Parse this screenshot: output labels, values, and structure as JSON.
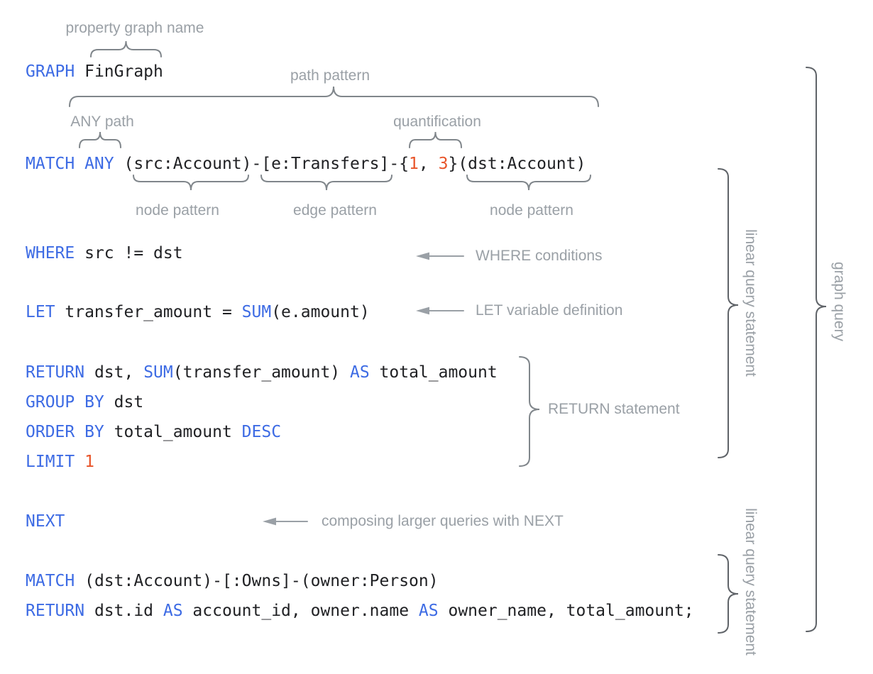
{
  "colors": {
    "keyword": "#3d6be4",
    "number": "#e85429",
    "code": "#202124",
    "label": "#9aa0a6",
    "brace_light": "#80868b",
    "brace_dark": "#5f6368",
    "arrow": "#9aa0a6"
  },
  "code": {
    "lines": [
      {
        "name": "graph-declaration",
        "segments": [
          {
            "t": "GRAPH",
            "c": "kw"
          },
          {
            "t": " FinGraph",
            "c": "pl"
          }
        ]
      },
      {
        "name": "match-any-path",
        "segments": [
          {
            "t": "MATCH ANY",
            "c": "kw"
          },
          {
            "t": " (src:Account)-[e:Transfers]-{",
            "c": "pl"
          },
          {
            "t": "1",
            "c": "num"
          },
          {
            "t": ", ",
            "c": "pl"
          },
          {
            "t": "3",
            "c": "num"
          },
          {
            "t": "}(dst:Account)",
            "c": "pl"
          }
        ]
      },
      {
        "name": "where-clause",
        "segments": [
          {
            "t": "WHERE",
            "c": "kw"
          },
          {
            "t": " src != dst",
            "c": "pl"
          }
        ]
      },
      {
        "name": "let-clause",
        "segments": [
          {
            "t": "LET",
            "c": "kw"
          },
          {
            "t": " transfer_amount = ",
            "c": "pl"
          },
          {
            "t": "SUM",
            "c": "kw"
          },
          {
            "t": "(e.amount)",
            "c": "pl"
          }
        ]
      },
      {
        "name": "return-aggregate",
        "segments": [
          {
            "t": "RETURN",
            "c": "kw"
          },
          {
            "t": " dst, ",
            "c": "pl"
          },
          {
            "t": "SUM",
            "c": "kw"
          },
          {
            "t": "(transfer_amount) ",
            "c": "pl"
          },
          {
            "t": "AS",
            "c": "kw"
          },
          {
            "t": " total_amount",
            "c": "pl"
          }
        ]
      },
      {
        "name": "group-by",
        "segments": [
          {
            "t": "GROUP BY",
            "c": "kw"
          },
          {
            "t": " dst",
            "c": "pl"
          }
        ]
      },
      {
        "name": "order-by",
        "segments": [
          {
            "t": "ORDER BY",
            "c": "kw"
          },
          {
            "t": " total_amount ",
            "c": "pl"
          },
          {
            "t": "DESC",
            "c": "kw"
          }
        ]
      },
      {
        "name": "limit",
        "segments": [
          {
            "t": "LIMIT",
            "c": "kw"
          },
          {
            "t": " ",
            "c": "pl"
          },
          {
            "t": "1",
            "c": "num"
          }
        ]
      },
      {
        "name": "next",
        "segments": [
          {
            "t": "NEXT",
            "c": "kw"
          }
        ]
      },
      {
        "name": "match-owns",
        "segments": [
          {
            "t": "MATCH",
            "c": "kw"
          },
          {
            "t": " (dst:Account)-[:Owns]-(owner:Person)",
            "c": "pl"
          }
        ]
      },
      {
        "name": "return-final",
        "segments": [
          {
            "t": "RETURN",
            "c": "kw"
          },
          {
            "t": " dst.id ",
            "c": "pl"
          },
          {
            "t": "AS",
            "c": "kw"
          },
          {
            "t": " account_id, owner.name ",
            "c": "pl"
          },
          {
            "t": "AS",
            "c": "kw"
          },
          {
            "t": " owner_name, total_amount;",
            "c": "pl"
          }
        ]
      }
    ]
  },
  "annotations": {
    "property_graph_name": "property graph name",
    "path_pattern": "path pattern",
    "any_path": "ANY path",
    "quantification": "quantification",
    "node_pattern_left": "node pattern",
    "edge_pattern": "edge pattern",
    "node_pattern_right": "node pattern",
    "where_conditions": "WHERE conditions",
    "let_variable_definition": "LET variable definition",
    "return_statement": "RETURN statement",
    "next_note": "composing larger queries with NEXT",
    "linear_query_statement_1": "linear query statement",
    "graph_query": "graph query",
    "linear_query_statement_2": "linear query statement"
  }
}
